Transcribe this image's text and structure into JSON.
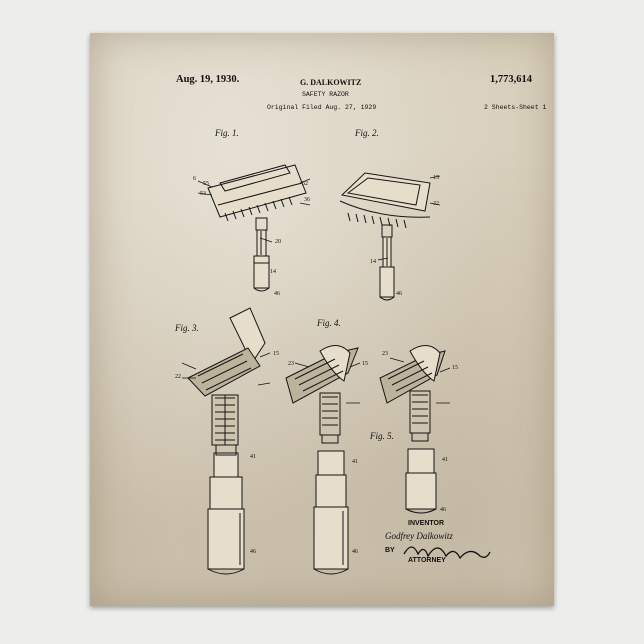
{
  "header": {
    "date": "Aug. 19, 1930.",
    "inventor_name": "G. DALKOWITZ",
    "patent_number": "1,773,614",
    "title": "SAFETY RAZOR",
    "filed": "Original Filed Aug. 27, 1929",
    "sheets": "2 Sheets-Sheet 1"
  },
  "figures": {
    "fig1": "Fig. 1.",
    "fig2": "Fig. 2.",
    "fig3": "Fig. 3.",
    "fig4": "Fig. 4.",
    "fig5": "Fig. 5."
  },
  "signature": {
    "inventor_label": "INVENTOR",
    "inventor_name": "Godfrey Dalkowitz",
    "by": "BY",
    "attorney_label": "ATTORNEY"
  },
  "colors": {
    "paper": "#d9d0bd",
    "ink": "#111111",
    "background": "#ededeb"
  }
}
